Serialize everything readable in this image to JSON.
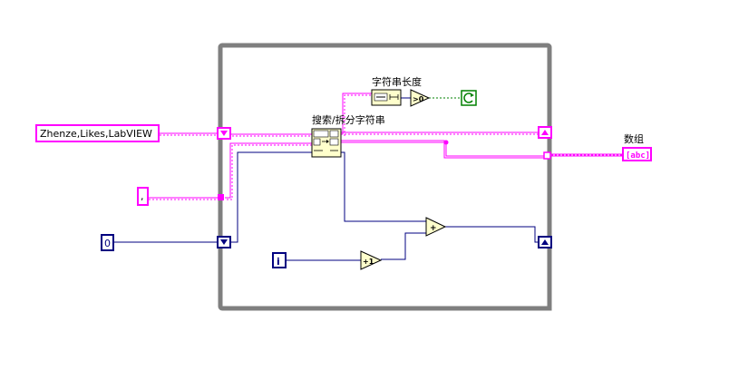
{
  "diagram": {
    "constants": {
      "string_input": "Zhenze,Likes,LabVIEW",
      "delimiter": ",",
      "zero": "0"
    },
    "iteration_terminal": "i",
    "node_labels": {
      "string_length": "字符串长度",
      "search_split": "搜索/拆分字符串",
      "array_output": "数组"
    },
    "node_glyphs": {
      "greater_than_zero": ">0",
      "increment": "+1",
      "add": "+",
      "indicator": "[abc]"
    },
    "colors": {
      "string_wire": "#ff00ff",
      "numeric_wire": "#000080",
      "bool_wire": "#008000",
      "loop_frame": "#7f7f7f",
      "node_fill": "#ffffcc"
    },
    "icons": {
      "loop_condition": "stop-if-false-icon",
      "shift_register": "shift-register-arrow-icon"
    }
  }
}
